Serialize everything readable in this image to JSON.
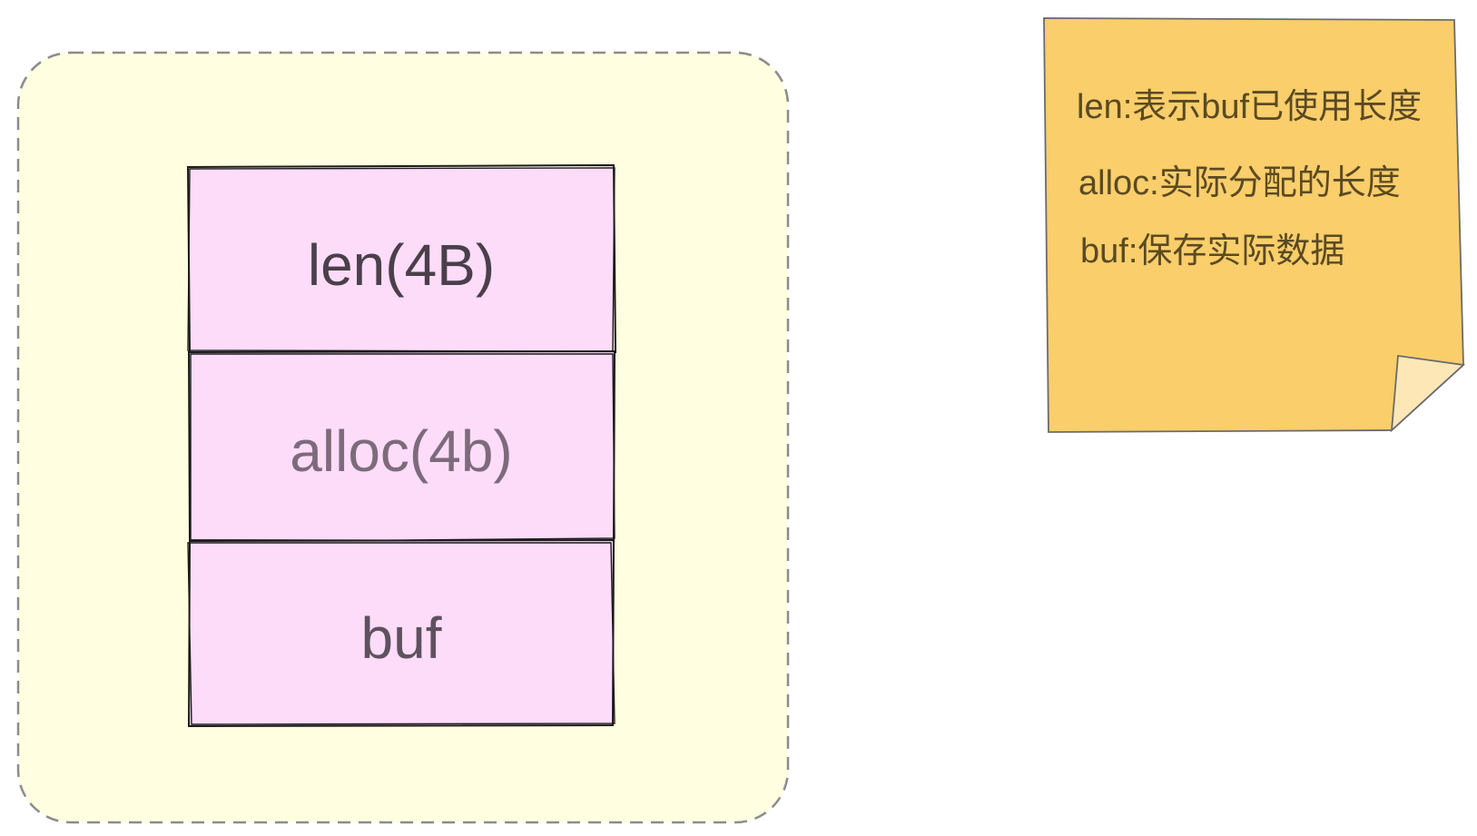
{
  "diagram": {
    "struct_fields": [
      {
        "label": "len(4B)"
      },
      {
        "label": "alloc(4b)"
      },
      {
        "label": "buf"
      }
    ],
    "note": {
      "lines": [
        "len:表示buf已使用长度",
        "alloc:实际分配的长度",
        "buf:保存实际数据"
      ]
    },
    "colors": {
      "container_fill": "#fffee0",
      "container_border": "#8c8c8c",
      "cell_fill": "#fddcfa",
      "cell_border": "#1a1a1a",
      "note_fill": "#f9ce6b",
      "note_fold": "#fde7b6",
      "note_border": "#6b6b6b"
    }
  }
}
